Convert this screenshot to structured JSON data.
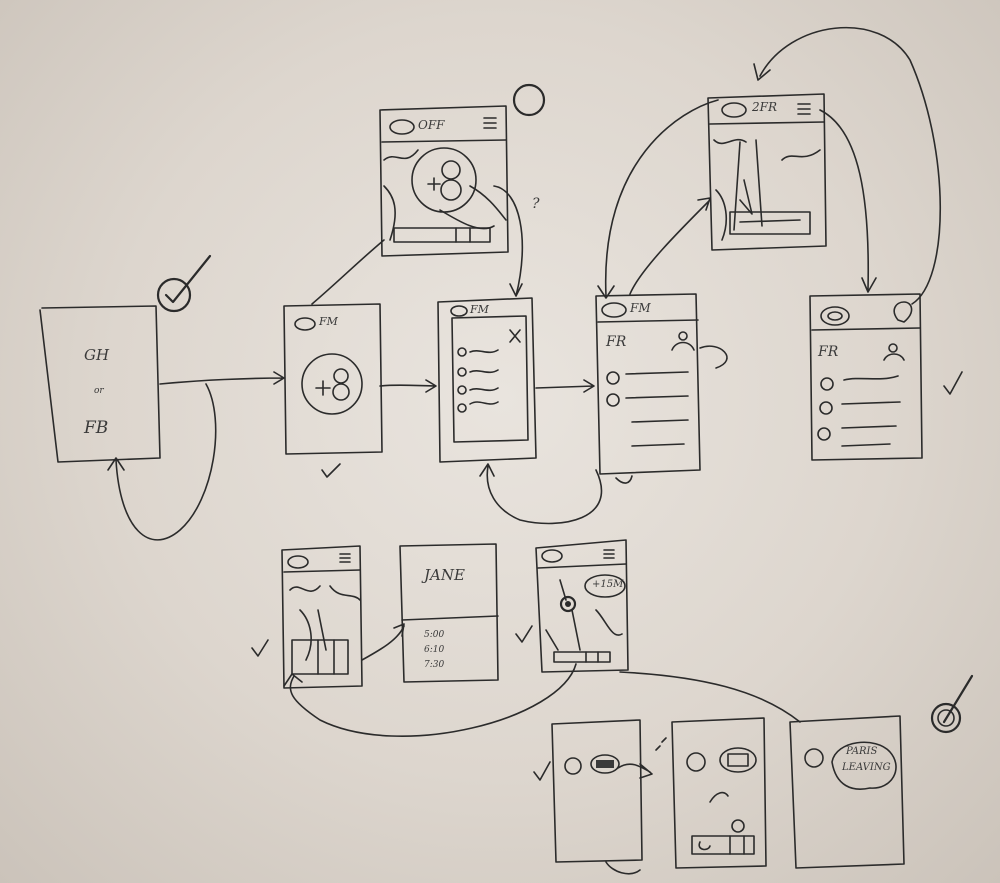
{
  "screens": {
    "login": {
      "line1": "GH",
      "line2": "or",
      "line3": "FB"
    },
    "map_off": {
      "status": "OFF"
    },
    "fm_start": {
      "label": "FM"
    },
    "fm_select": {
      "label": "FM"
    },
    "fm_list": {
      "label": "FM",
      "section": "FR"
    },
    "fm_list_2": {
      "section": "FR"
    },
    "map_2fr": {
      "status": "2FR"
    },
    "schedule": {
      "title": "JANE",
      "times": [
        "5:00",
        "6:10",
        "7:30"
      ]
    },
    "map_eta": {
      "eta": "+15M"
    },
    "detail_3": {
      "line1": "PARIS",
      "line2": "LEAVING"
    }
  },
  "annotations": {
    "question": "?"
  }
}
